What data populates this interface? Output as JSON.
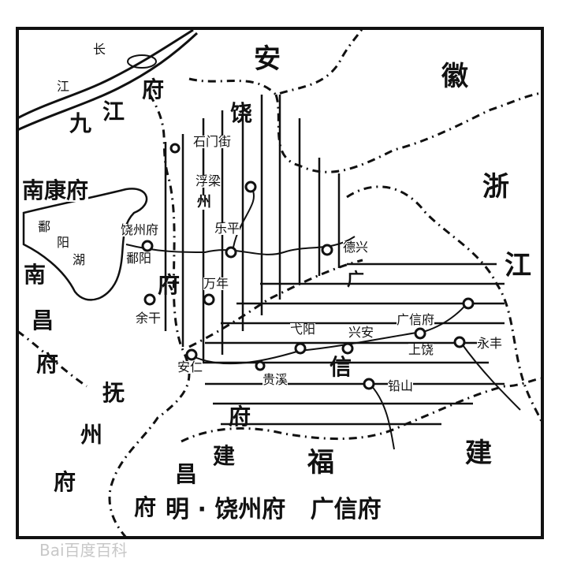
{
  "regions": {
    "anhui": "安",
    "huizhou": "徽",
    "zhe": "浙",
    "jiang_right": "江",
    "jiujiang": [
      "九",
      "江",
      "府"
    ],
    "nankang": "南康府",
    "nanchang": [
      "南",
      "昌",
      "府"
    ],
    "fuzhou": [
      "抚",
      "州",
      "府"
    ],
    "jianchang": [
      "建",
      "昌",
      "府"
    ],
    "fujian": [
      "福",
      "建"
    ],
    "raozhou": [
      "饶",
      "州",
      "府"
    ],
    "guangxin": [
      "广",
      "信",
      "府"
    ]
  },
  "river": {
    "changjiang": [
      "长",
      "江"
    ],
    "poyang_lake": [
      "鄱",
      "阳",
      "湖"
    ]
  },
  "places": {
    "shimenjie": "石门街",
    "fuliang": "浮梁",
    "leping": "乐平",
    "raozhoufu": "饶州府",
    "poyang": "鄱阳",
    "wannian": "万年",
    "yugan": "余干",
    "anren": "安仁",
    "dexing": "德兴",
    "yiyang": "弋阳",
    "xingan": "兴安",
    "guangxinfu": "广信府",
    "shangrao": "上饶",
    "yongfeng": "永丰",
    "guixi": "贵溪",
    "qianshan": "铅山"
  },
  "caption": "明 · 饶州府   广信府",
  "watermark": "Bai百度百科"
}
